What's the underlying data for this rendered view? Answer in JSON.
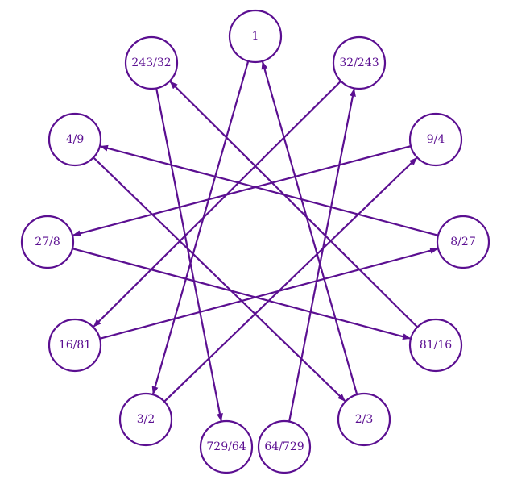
{
  "diagram": {
    "color": "#5b0f91",
    "nodes": [
      {
        "id": "n1",
        "label": "1"
      },
      {
        "id": "n2",
        "label": "32/243"
      },
      {
        "id": "n3",
        "label": "9/4"
      },
      {
        "id": "n4",
        "label": "8/27"
      },
      {
        "id": "n5",
        "label": "81/16"
      },
      {
        "id": "n6",
        "label": "2/3"
      },
      {
        "id": "n7",
        "label": "64/729"
      },
      {
        "id": "n8",
        "label": "729/64"
      },
      {
        "id": "n9",
        "label": "3/2"
      },
      {
        "id": "n10",
        "label": "16/81"
      },
      {
        "id": "n11",
        "label": "27/8"
      },
      {
        "id": "n12",
        "label": "4/9"
      },
      {
        "id": "n13",
        "label": "243/32"
      }
    ],
    "edges": [
      {
        "from": "n1",
        "to": "n9"
      },
      {
        "from": "n9",
        "to": "n3"
      },
      {
        "from": "n3",
        "to": "n11"
      },
      {
        "from": "n11",
        "to": "n5"
      },
      {
        "from": "n5",
        "to": "n13"
      },
      {
        "from": "n13",
        "to": "n8"
      },
      {
        "from": "n7",
        "to": "n2"
      },
      {
        "from": "n2",
        "to": "n10"
      },
      {
        "from": "n10",
        "to": "n4"
      },
      {
        "from": "n4",
        "to": "n12"
      },
      {
        "from": "n12",
        "to": "n6"
      },
      {
        "from": "n6",
        "to": "n1"
      }
    ]
  }
}
